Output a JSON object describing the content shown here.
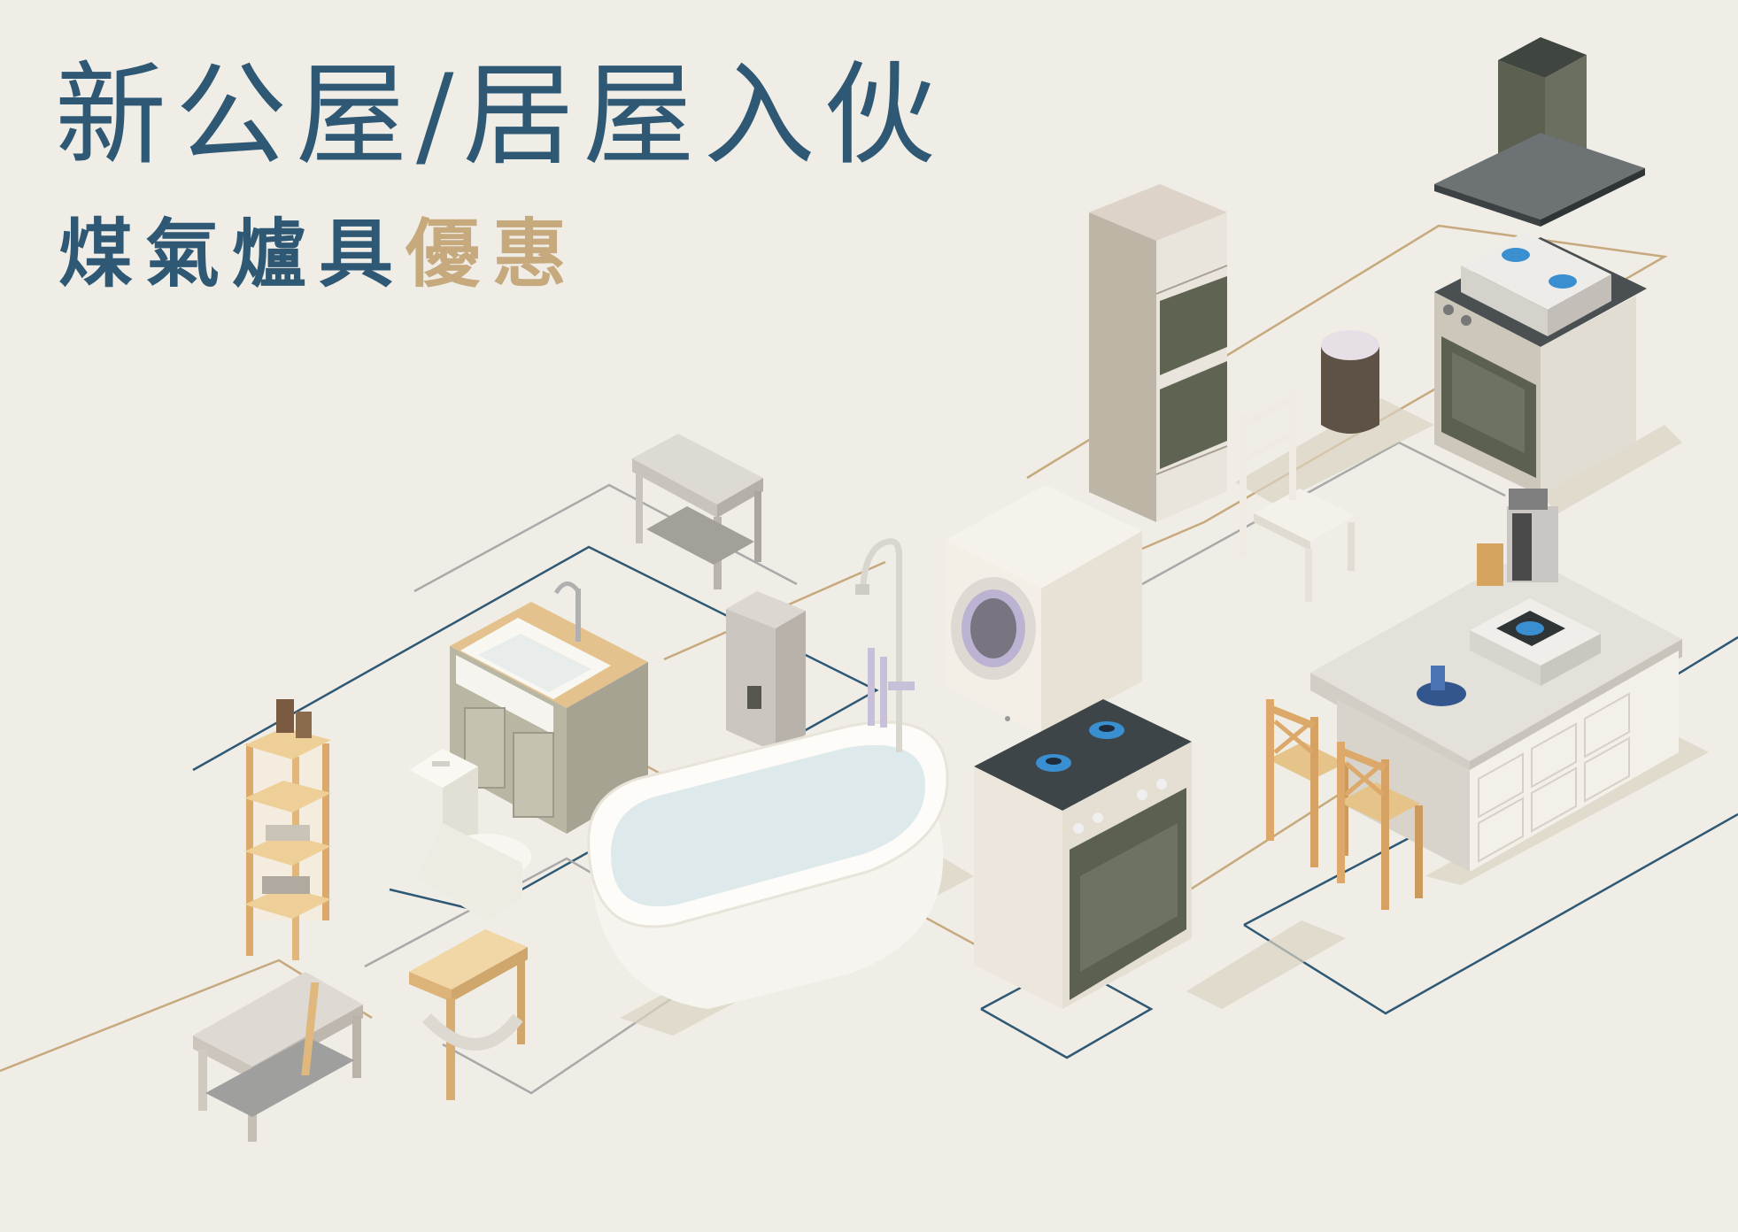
{
  "headline": "新公屋/居屋入伙",
  "subheadline_main": "煤氣爐具",
  "subheadline_accent": "優惠",
  "colors": {
    "background": "#efede6",
    "title_blue": "#2e5874",
    "accent_gold": "#c7a97e",
    "line_navy": "#2e5874",
    "line_gold": "#c7a97e",
    "line_grey": "#a9a9a9",
    "oven_green": "#5b6050",
    "cabinet_white": "#f2eee6",
    "wood": "#e3bf86"
  },
  "scene": {
    "items": [
      "bathroom-shelf-unit",
      "side-table",
      "stool",
      "sink-cabinet",
      "side-console",
      "water-heater",
      "toilet",
      "bathtub",
      "bath-faucet",
      "tall-fridge-oven",
      "washing-machine",
      "freestanding-gas-cooker",
      "trash-bin",
      "chair",
      "range-hood",
      "gas-range-with-oven",
      "kitchen-island",
      "juicer",
      "table-top-gas-stove",
      "bar-stool-1",
      "bar-stool-2"
    ]
  }
}
